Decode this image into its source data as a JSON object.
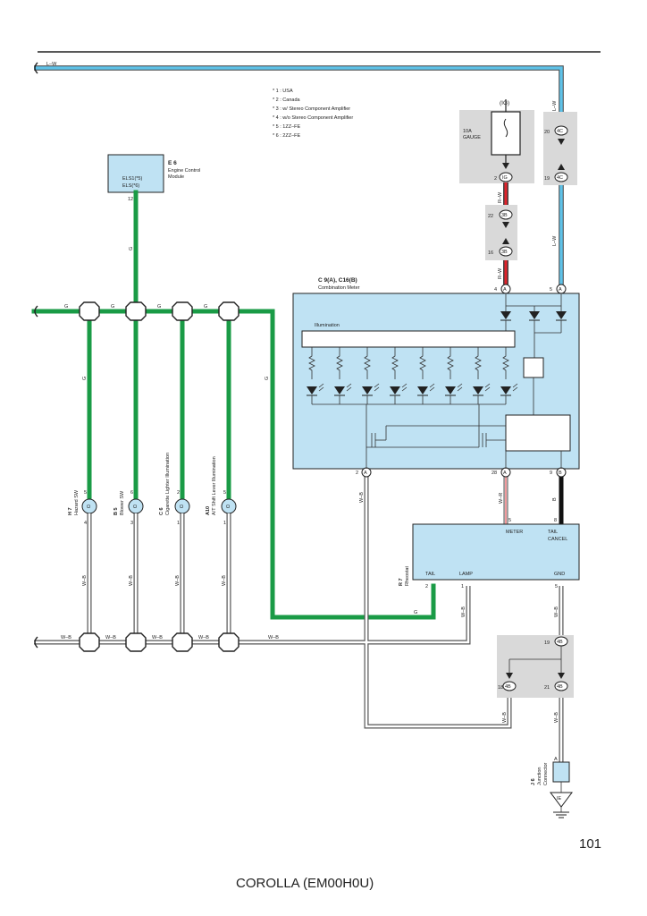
{
  "notes": [
    "* 1 : USA",
    "* 2 : Canada",
    "* 3 : w/ Stereo Component Amplifier",
    "* 4 : w/o Stereo Component Amplifier",
    "* 5 : 1ZZ–FE",
    "* 6 : 2ZZ–FE"
  ],
  "wire_colors": {
    "lw": "L–W",
    "g": "G",
    "wb": "W–B",
    "rw": "R–W",
    "wr": "W–R",
    "b": "B"
  },
  "ecm": {
    "code": "E 6",
    "name1": "Engine Control",
    "name2": "Module",
    "pin1": "ELS1(*5)",
    "pin2": "ELS(*6)",
    "pin_no": "12"
  },
  "fuse": {
    "name1": "10A",
    "name2": "GAUGE",
    "ign": "(IG)",
    "pin": "2",
    "conn": "IG"
  },
  "conn_4c": {
    "top_pin": "20",
    "bot_pin": "19",
    "label": "4C"
  },
  "conn_3b": {
    "top_pin": "22",
    "bot_pin": "16",
    "label": "3B"
  },
  "meter": {
    "code": "C 9(A), C16(B)",
    "name": "Combination Meter",
    "illum": "Illumination",
    "pin_4": "4",
    "pin_5": "5",
    "pin_2": "2",
    "pin_28": "28",
    "pin_9": "9",
    "a": "A",
    "b": "B"
  },
  "switches": [
    {
      "code": "H 7",
      "name": "Hazard SW",
      "top": "5",
      "bot": "4"
    },
    {
      "code": "B 5",
      "name": "Blower SW",
      "top": "6",
      "bot": "3"
    },
    {
      "code": "C 6",
      "name": "Cigarette Lighter Illumination",
      "top": "2",
      "bot": "1"
    },
    {
      "code": "A10",
      "name": "A/T Shift Lever Illumination",
      "top": "5",
      "bot": "1"
    }
  ],
  "rheostat": {
    "code": "R 7",
    "name": "Rheostat",
    "meter": "METER",
    "tail_cancel1": "TAIL",
    "tail_cancel2": "CANCEL",
    "tail": "TAIL",
    "lamp": "LAMP",
    "gnd": "GND",
    "pin_5a": "5",
    "pin_8": "8",
    "pin_2": "2",
    "pin_1": "1",
    "pin_5b": "5"
  },
  "conn_4b": {
    "p19": "19",
    "p18": "18",
    "p21": "21",
    "label": "4B"
  },
  "junction": {
    "code": "J 6",
    "name1": "Junction",
    "name2": "Connector",
    "pin": "A",
    "ground": "IE"
  },
  "page_number": "101",
  "footer": "COROLLA (EM00H0U)"
}
